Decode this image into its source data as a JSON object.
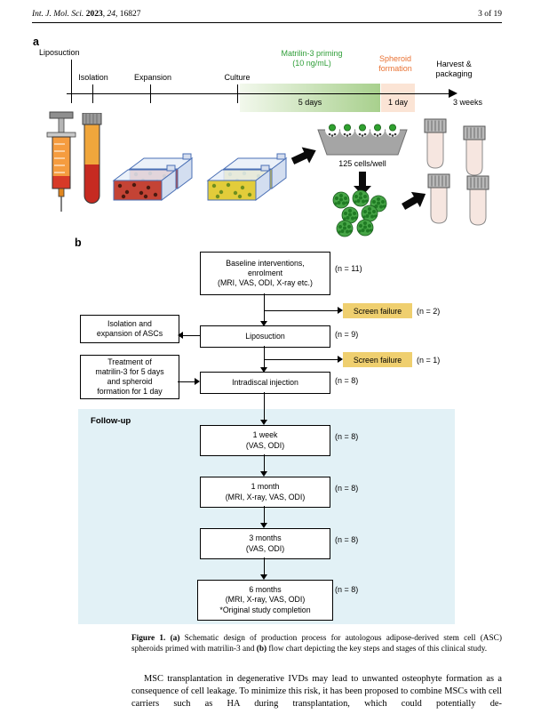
{
  "header": {
    "journal_italic": "Int. J. Mol. Sci.",
    "year_bold": " 2023",
    "volume_italic": ", 24",
    "article_no": ", 16827",
    "page_info": "3 of 19"
  },
  "panel_a": {
    "label": "a",
    "steps": {
      "liposuction": "Liposuction",
      "isolation": "Isolation",
      "expansion": "Expansion",
      "culture": "Culture"
    },
    "priming": {
      "line1": "Matrilin-3 priming",
      "line2": "(10 ng/mL)"
    },
    "spheroid": {
      "line1": "Spheroid",
      "line2": "formation"
    },
    "harvest": {
      "line1": "Harvest &",
      "line2": "packaging"
    },
    "durations": {
      "priming": "5 days",
      "spheroid": "1 day",
      "total": "3 weeks"
    },
    "cells_per_well": "125 cells/well"
  },
  "panel_b": {
    "label": "b",
    "baseline": {
      "line1": "Baseline interventions,",
      "line2": "enrolment",
      "line3": "(MRI, VAS, ODI, X-ray etc.)",
      "n": "(n = 11)"
    },
    "screen_failure_1": {
      "label": "Screen failure",
      "n": "(n = 2)"
    },
    "isolation": {
      "line1": "Isolation and",
      "line2": "expansion of ASCs"
    },
    "liposuction": {
      "label": "Liposuction",
      "n": "(n = 9)"
    },
    "screen_failure_2": {
      "label": "Screen failure",
      "n": "(n = 1)"
    },
    "treatment": {
      "line1": "Treatment of",
      "line2": "matrilin-3 for 5 days",
      "line3": "and spheroid",
      "line4": "formation for 1 day"
    },
    "intradiscal": {
      "label": "Intradiscal injection",
      "n": "(n = 8)"
    },
    "followup_title": "Follow-up",
    "followup": [
      {
        "line1": "1 week",
        "line2": "(VAS, ODI)",
        "n": "(n = 8)"
      },
      {
        "line1": "1 month",
        "line2": "(MRI, X-ray, VAS, ODI)",
        "n": "(n = 8)"
      },
      {
        "line1": "3 months",
        "line2": "(VAS, ODI)",
        "n": "(n = 8)"
      },
      {
        "line1": "6 months",
        "line2": "(MRI, X-ray, VAS, ODI)",
        "line3": "*Original study completion",
        "n": "(n = 8)"
      }
    ]
  },
  "caption": {
    "label_bold": "Figure 1. ",
    "marker_a": "(a) ",
    "text_a": "Schematic design of production process for autologous adipose-derived stem cell (ASC) spheroids primed with matrilin-3 and ",
    "marker_b": "(b) ",
    "text_b": "flow chart depicting the key steps and stages of this clinical study."
  },
  "body_text": {
    "paragraph": "MSC transplantation in degenerative IVDs may lead to unwanted osteophyte formation as a consequence of cell leakage. To minimize this risk, it has been proposed to combine MSCs with cell carriers such as HA during transplantation, which could potentially de-"
  },
  "colors": {
    "priming_green": "#2F9E38",
    "spheroid_orange": "#E97132",
    "screen_failure_bg": "#EFCF6F",
    "followup_bg": "#E2F1F6",
    "priming_gradient_end": "#A8D08D"
  },
  "icons": {
    "arrow-right-icon": "solid-right-arrow",
    "arrow-down-icon": "solid-down-arrow",
    "arrow-up-right-icon": "solid-up-right-arrow"
  }
}
